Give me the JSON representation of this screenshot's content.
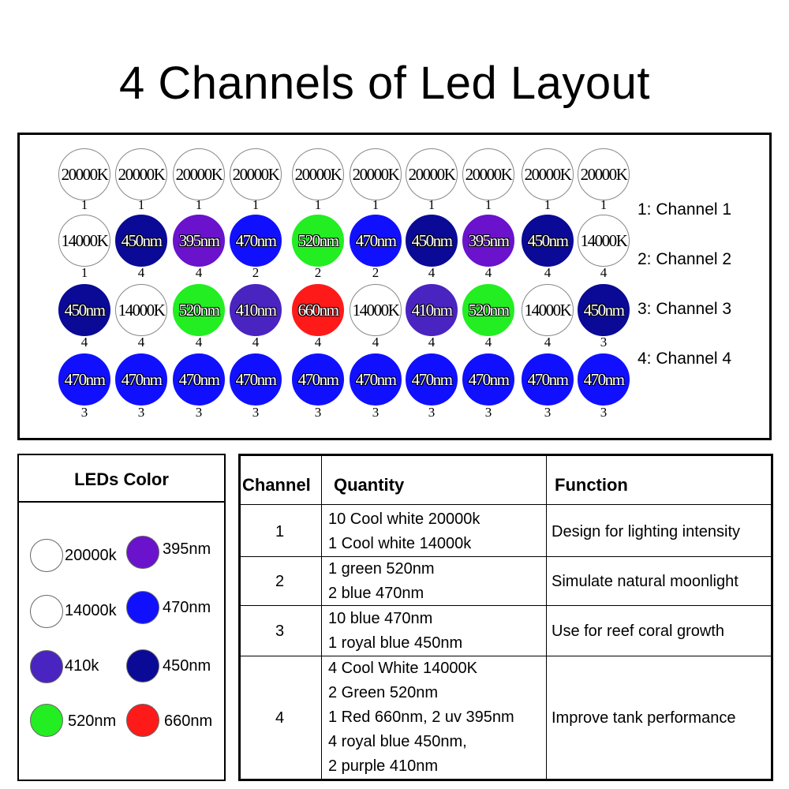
{
  "title": "4 Channels of Led Layout",
  "colors": {
    "20000k": "#ffffff",
    "14000k": "#ffffff",
    "450nm": "#0a0a96",
    "395nm": "#6a12cc",
    "470nm": "#1010ff",
    "520nm": "#22ee22",
    "410nm": "#4a24c0",
    "660nm": "#ff1a1a"
  },
  "grid": {
    "rows": [
      [
        {
          "label": "20000K",
          "color": "20000k",
          "channel": "1"
        },
        {
          "label": "20000K",
          "color": "20000k",
          "channel": "1"
        },
        {
          "label": "20000K",
          "color": "20000k",
          "channel": "1"
        },
        {
          "label": "20000K",
          "color": "20000k",
          "channel": "1"
        },
        {
          "label": "20000K",
          "color": "20000k",
          "channel": "1"
        },
        {
          "label": "20000K",
          "color": "20000k",
          "channel": "1"
        },
        {
          "label": "20000K",
          "color": "20000k",
          "channel": "1"
        },
        {
          "label": "20000K",
          "color": "20000k",
          "channel": "1"
        },
        {
          "label": "20000K",
          "color": "20000k",
          "channel": "1"
        },
        {
          "label": "20000K",
          "color": "20000k",
          "channel": "1"
        }
      ],
      [
        {
          "label": "14000K",
          "color": "14000k",
          "channel": "1"
        },
        {
          "label": "450nm",
          "color": "450nm",
          "channel": "4"
        },
        {
          "label": "395nm",
          "color": "395nm",
          "channel": "4"
        },
        {
          "label": "470nm",
          "color": "470nm",
          "channel": "2"
        },
        {
          "label": "520nm",
          "color": "520nm",
          "channel": "2"
        },
        {
          "label": "470nm",
          "color": "470nm",
          "channel": "2"
        },
        {
          "label": "450nm",
          "color": "450nm",
          "channel": "4"
        },
        {
          "label": "395nm",
          "color": "395nm",
          "channel": "4"
        },
        {
          "label": "450nm",
          "color": "450nm",
          "channel": "4"
        },
        {
          "label": "14000K",
          "color": "14000k",
          "channel": "4"
        }
      ],
      [
        {
          "label": "450nm",
          "color": "450nm",
          "channel": "4"
        },
        {
          "label": "14000K",
          "color": "14000k",
          "channel": "4"
        },
        {
          "label": "520nm",
          "color": "520nm",
          "channel": "4"
        },
        {
          "label": "410nm",
          "color": "410nm",
          "channel": "4"
        },
        {
          "label": "660nm",
          "color": "660nm",
          "channel": "4"
        },
        {
          "label": "14000K",
          "color": "14000k",
          "channel": "4"
        },
        {
          "label": "410nm",
          "color": "410nm",
          "channel": "4"
        },
        {
          "label": "520nm",
          "color": "520nm",
          "channel": "4"
        },
        {
          "label": "14000K",
          "color": "14000k",
          "channel": "4"
        },
        {
          "label": "450nm",
          "color": "450nm",
          "channel": "3"
        }
      ],
      [
        {
          "label": "470nm",
          "color": "470nm",
          "channel": "3"
        },
        {
          "label": "470nm",
          "color": "470nm",
          "channel": "3"
        },
        {
          "label": "470nm",
          "color": "470nm",
          "channel": "3"
        },
        {
          "label": "470nm",
          "color": "470nm",
          "channel": "3"
        },
        {
          "label": "470nm",
          "color": "470nm",
          "channel": "3"
        },
        {
          "label": "470nm",
          "color": "470nm",
          "channel": "3"
        },
        {
          "label": "470nm",
          "color": "470nm",
          "channel": "3"
        },
        {
          "label": "470nm",
          "color": "470nm",
          "channel": "3"
        },
        {
          "label": "470nm",
          "color": "470nm",
          "channel": "3"
        },
        {
          "label": "470nm",
          "color": "470nm",
          "channel": "3"
        }
      ]
    ]
  },
  "channel_legend": [
    "1: Channel 1",
    "2: Channel 2",
    "3: Channel 3",
    "4: Channel 4"
  ],
  "leds_color": {
    "title": "LEDs Color",
    "items": [
      {
        "label": "20000k",
        "color": "20000k"
      },
      {
        "label": "395nm",
        "color": "395nm"
      },
      {
        "label": "14000k",
        "color": "14000k"
      },
      {
        "label": "470nm",
        "color": "470nm"
      },
      {
        "label": "410k",
        "color": "410nm"
      },
      {
        "label": "450nm",
        "color": "450nm"
      },
      {
        "label": "520nm",
        "color": "520nm"
      },
      {
        "label": "660nm",
        "color": "660nm"
      }
    ]
  },
  "table": {
    "headers": [
      "Channel",
      "Quantity",
      "Function"
    ],
    "rows": [
      {
        "channel": "1",
        "quantity": [
          "10 Cool white 20000k",
          "1 Cool white 14000k"
        ],
        "function": "Design for lighting intensity"
      },
      {
        "channel": "2",
        "quantity": [
          "1 green 520nm",
          "2 blue 470nm"
        ],
        "function": "Simulate natural moonlight"
      },
      {
        "channel": "3",
        "quantity": [
          "10 blue 470nm",
          "1 royal blue 450nm"
        ],
        "function": "Use for reef coral growth"
      },
      {
        "channel": "4",
        "quantity": [
          "4 Cool White 14000K",
          "2 Green 520nm",
          "1 Red 660nm, 2 uv 395nm",
          "4 royal blue 450nm,",
          "2 purple 410nm"
        ],
        "function": "Improve tank performance"
      }
    ]
  }
}
